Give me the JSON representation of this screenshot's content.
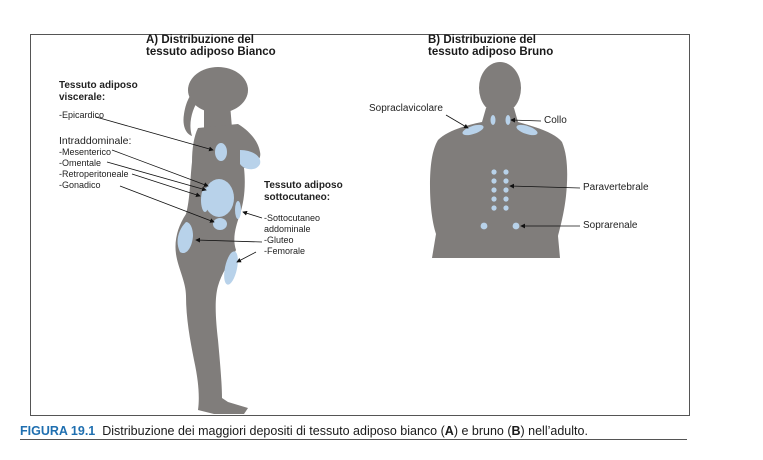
{
  "panel_a": {
    "title_line1": "A) Distribuzione del",
    "title_line2": "tessuto adiposo Bianco"
  },
  "panel_b": {
    "title_line1": "B) Distribuzione del",
    "title_line2": "tessuto adiposo Bruno"
  },
  "visceral": {
    "heading_line1": "Tessuto adiposo",
    "heading_line2": "viscerale:",
    "epicardico": "-Epicardico",
    "intra_heading": "Intraddominale:",
    "mesenterico": "-Mesenterico",
    "omentale": "-Omentale",
    "retroperitoneale": "-Retroperitoneale",
    "gonadico": "-Gonadico"
  },
  "subcutaneous": {
    "heading_line1": "Tessuto adiposo",
    "heading_line2": "sottocutaneo:",
    "sottocutaneo_line1": "-Sottocutaneo",
    "sottocutaneo_line2": "addominale",
    "gluteo": "-Gluteo",
    "femorale": "-Femorale"
  },
  "brown": {
    "sopraclavicolare": "Sopraclavicolare",
    "collo": "Collo",
    "paravertebrale": "Paravertebrale",
    "soprarenale": "Soprarenale"
  },
  "caption": {
    "number": "FIGURA 19.1",
    "text_1": "Distribuzione dei maggiori depositi di tessuto adiposo bianco (",
    "key_a": "A",
    "text_2": ") e bruno (",
    "key_b": "B",
    "text_3": ") nell’adulto."
  },
  "colors": {
    "silhouette": "#807d7b",
    "fat_deposit": "#b8d2ea",
    "caption_accent": "#1f6fb0"
  }
}
